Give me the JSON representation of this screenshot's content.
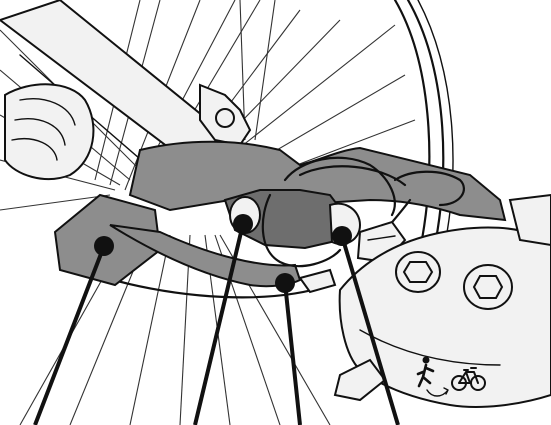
{
  "diagram": {
    "callouts": [
      {
        "id": "strap"
      },
      {
        "id": "buckle"
      },
      {
        "id": "ring"
      },
      {
        "id": "clip"
      }
    ],
    "icons": [
      "pedestrian-icon",
      "arrow-icon",
      "bicycle-icon"
    ],
    "colors": {
      "strap": "#8d8d8d",
      "strap_dark": "#6e6e6e",
      "line": "#111111",
      "background": "#ffffff"
    }
  }
}
